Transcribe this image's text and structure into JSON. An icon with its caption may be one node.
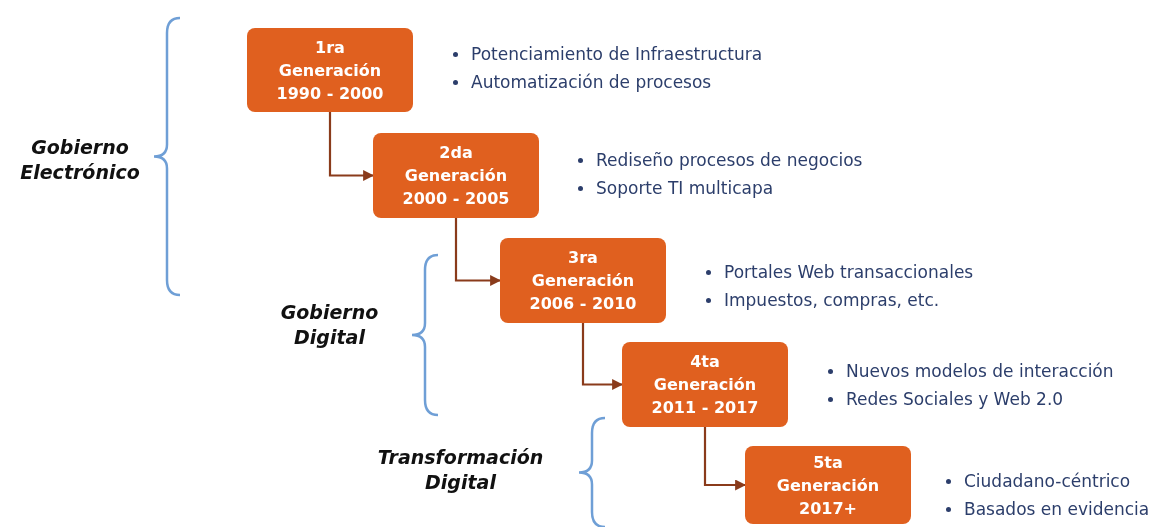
{
  "diagram": {
    "nodes": [
      {
        "text": [
          "1ra Generación",
          "1990 - 2000"
        ],
        "beside": [
          "Potenciamiento de Infraestructura",
          "Automatización de procesos"
        ]
      },
      {
        "text": [
          "2da Generación",
          "2000 - 2005"
        ],
        "beside": [
          "Rediseño procesos de negocios",
          "Soporte TI multicapa"
        ]
      },
      {
        "text": [
          "3ra Generación",
          "2006 - 2010"
        ],
        "beside": [
          "Portales Web transaccionales",
          "Impuestos, compras, etc."
        ]
      },
      {
        "text": [
          "4ta Generación",
          "2011 - 2017"
        ],
        "beside": [
          "Nuevos modelos de interacción",
          "Redes Sociales y Web 2.0"
        ]
      },
      {
        "text": [
          "5ta Generación",
          "2017+"
        ],
        "beside": [
          "Ciudadano-céntrico",
          "Basados en evidencia"
        ]
      }
    ],
    "edges": [
      {
        "from": 0,
        "to": 1,
        "arrow": "to"
      },
      {
        "from": 1,
        "to": 2,
        "arrow": "to"
      },
      {
        "from": 2,
        "to": 3,
        "arrow": "to"
      },
      {
        "from": 3,
        "to": 4,
        "arrow": "to"
      }
    ],
    "labels": [
      "Gobierno Electrónico",
      "Gobierno Digital",
      "Transformación Digital"
    ]
  }
}
